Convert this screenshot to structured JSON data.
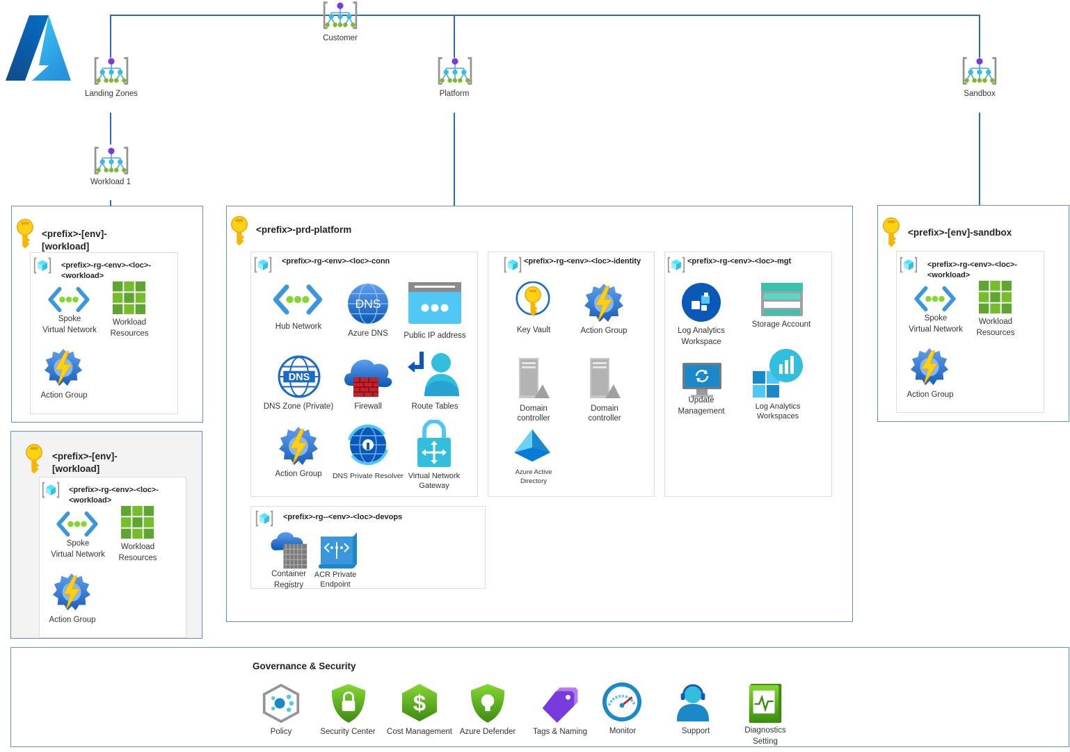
{
  "hierarchy": {
    "customer": "Customer",
    "landing_zones": "Landing Zones",
    "platform": "Platform",
    "sandbox": "Sandbox",
    "workload1": "Workload 1"
  },
  "workload_box_1": {
    "title_line1": "<prefix>-[env]-",
    "title_line2": "[workload]",
    "rg_line1": "<prefix>-rg-<env>-<loc>-",
    "rg_line2": "<workload>",
    "spoke_line1": "Spoke",
    "spoke_line2": "Virtual Network",
    "workload_line1": "Workload",
    "workload_line2": "Resources",
    "action_group": "Action Group"
  },
  "workload_box_2": {
    "title_line1": "<prefix>-[env]-",
    "title_line2": "[workload]",
    "rg_line1": "<prefix>-rg-<env>-<loc>-",
    "rg_line2": "<workload>",
    "spoke_line1": "Spoke",
    "spoke_line2": "Virtual Network",
    "workload_line1": "Workload",
    "workload_line2": "Resources",
    "action_group": "Action Group"
  },
  "platform_box": {
    "title": "<prefix>-prd-platform",
    "conn": {
      "title": "<prefix>-rg-<env>-<loc>-conn",
      "items": [
        "Hub Network",
        "Azure DNS",
        "Public IP address",
        "DNS Zone (Private)",
        "Firewall",
        "Route Tables",
        "Action Group",
        "DNS Private Resolver",
        "Virtual Network",
        "Gateway"
      ]
    },
    "identity": {
      "title": "<prefix>-rg-<env>-<loc>-identity",
      "items": [
        "Key Vault",
        "Action Group",
        "Domain",
        "controller",
        "Domain",
        "controller",
        "Azure Active",
        "Directory"
      ]
    },
    "mgt": {
      "title": "<prefix>-rg-<env>-<loc>-mgt",
      "items": [
        "Log Analytics",
        "Workspace",
        "Storage Account",
        "Update",
        "Management",
        "Log Analytics",
        "Workspaces"
      ]
    },
    "devops": {
      "title": "<prefix>-rg--<env>-<loc>-devops",
      "items": [
        "Container",
        "Registry",
        "ACR Private",
        "Endpoint"
      ]
    }
  },
  "sandbox_box": {
    "title": "<prefix>-[env]-sandbox",
    "rg_line1": "<prefix>-rg-<env>-<loc>-",
    "rg_line2": "<workload>",
    "spoke_line1": "Spoke",
    "spoke_line2": "Virtual Network",
    "workload_line1": "Workload",
    "workload_line2": "Resources",
    "action_group": "Action Group"
  },
  "governance": {
    "title": "Governance & Security",
    "items": [
      "Policy",
      "Security Center",
      "Cost Management",
      "Azure Defender",
      "Tags & Naming",
      "Monitor",
      "Support",
      "Diagnostics",
      "Setting"
    ]
  },
  "colors": {
    "line": "#2a6bb0",
    "box_border": "#5b8fd1",
    "azure_blue": "#0078d4",
    "green": "#5ea532"
  }
}
